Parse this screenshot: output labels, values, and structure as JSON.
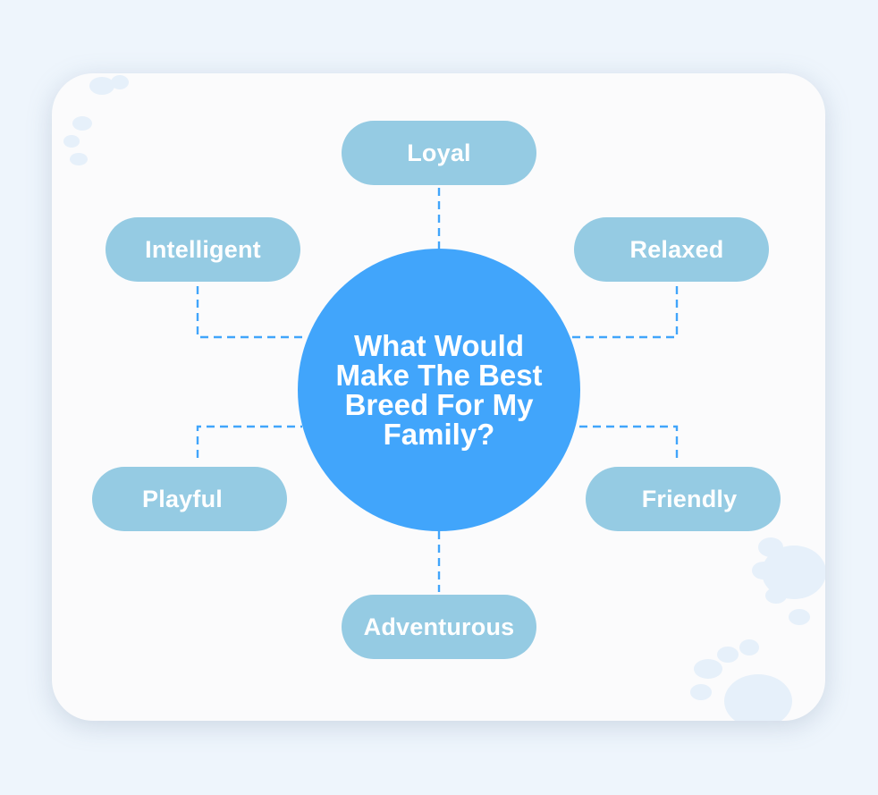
{
  "diagram": {
    "center_question": "What Would Make The Best Breed For My Family?",
    "traits": {
      "top": "Loyal",
      "upper_left": "Intelligent",
      "upper_right": "Relaxed",
      "lower_left": "Playful",
      "lower_right": "Friendly",
      "bottom": "Adventurous"
    }
  },
  "colors": {
    "page_background": "#eef5fc",
    "card_background": "#fbfbfc",
    "pill_fill": "#95cbe3",
    "center_fill": "#41a5fb",
    "connector": "#41a5fb",
    "paw_print": "#e6f0fa"
  },
  "decorations": {
    "icon": "paw-print-icon"
  }
}
